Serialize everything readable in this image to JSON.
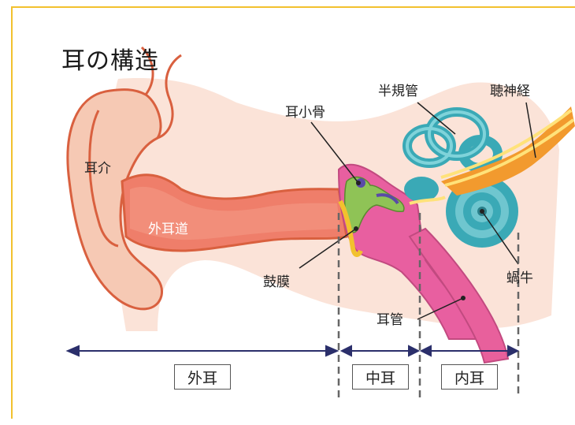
{
  "title": "耳の構造",
  "labels": {
    "pinna": "耳介",
    "ear_canal": "外耳道",
    "ossicles": "耳小骨",
    "semicircular_canals": "半規管",
    "auditory_nerve": "聴神経",
    "eardrum": "鼓膜",
    "cochlea": "蝸牛",
    "eustachian_tube": "耳管"
  },
  "sections": {
    "outer": "外耳",
    "middle": "中耳",
    "inner": "内耳"
  }
}
